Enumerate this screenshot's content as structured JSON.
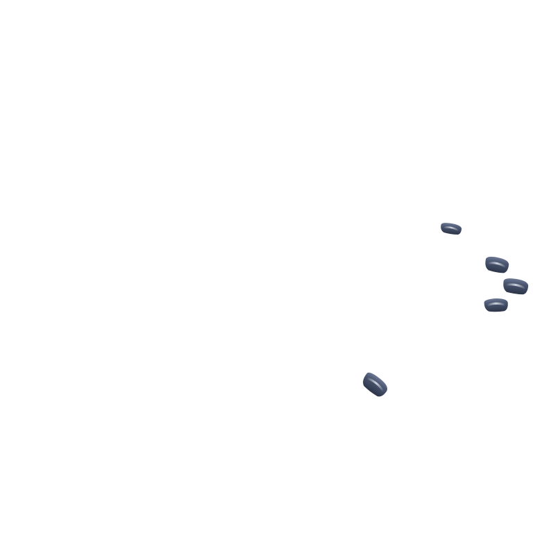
{
  "scene": {
    "background_color": "#ffffff",
    "object_color": "#4a5670",
    "highlight_color": "#aeb8cc",
    "shadow_color": "#2c3448",
    "objects": [
      {
        "name": "nail-1",
        "icon": "fingernail-icon"
      },
      {
        "name": "nail-2",
        "icon": "fingernail-icon"
      },
      {
        "name": "nail-3",
        "icon": "fingernail-icon"
      },
      {
        "name": "nail-4",
        "icon": "fingernail-icon"
      },
      {
        "name": "nail-5",
        "icon": "fingernail-icon"
      }
    ]
  }
}
